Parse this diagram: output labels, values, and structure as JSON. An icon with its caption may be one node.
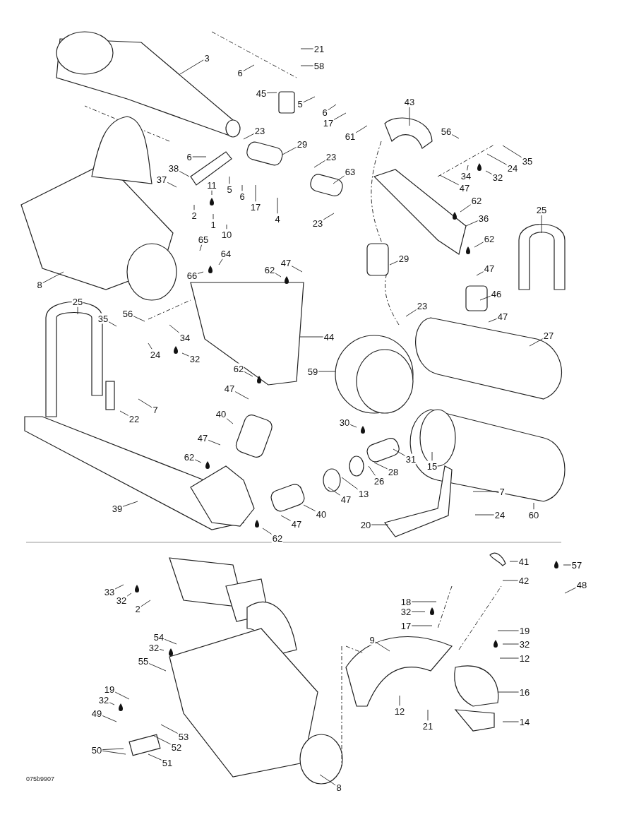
{
  "diagram": {
    "nodes": [
      {
        "text": [
          "21"
        ]
      },
      {
        "text": [
          "58"
        ]
      },
      {
        "text": [
          "3"
        ]
      },
      {
        "text": [
          "6"
        ]
      },
      {
        "text": [
          "45"
        ]
      },
      {
        "text": [
          "5"
        ]
      },
      {
        "text": [
          "6"
        ]
      },
      {
        "text": [
          "17"
        ]
      },
      {
        "text": [
          "61"
        ]
      },
      {
        "text": [
          "43"
        ]
      },
      {
        "text": [
          "56"
        ]
      },
      {
        "text": [
          "35"
        ]
      },
      {
        "text": [
          "24"
        ]
      },
      {
        "text": [
          "34"
        ]
      },
      {
        "text": [
          "32"
        ]
      },
      {
        "text": [
          "47"
        ]
      },
      {
        "text": [
          "62"
        ]
      },
      {
        "text": [
          "36"
        ]
      },
      {
        "text": [
          "62"
        ]
      },
      {
        "text": [
          "25"
        ]
      },
      {
        "text": [
          "23"
        ]
      },
      {
        "text": [
          "29"
        ]
      },
      {
        "text": [
          "23"
        ]
      },
      {
        "text": [
          "63"
        ]
      },
      {
        "text": [
          "23"
        ]
      },
      {
        "text": [
          "6"
        ]
      },
      {
        "text": [
          "38"
        ]
      },
      {
        "text": [
          "37"
        ]
      },
      {
        "text": [
          "11"
        ]
      },
      {
        "text": [
          "5"
        ]
      },
      {
        "text": [
          "6"
        ]
      },
      {
        "text": [
          "17"
        ]
      },
      {
        "text": [
          "4"
        ]
      },
      {
        "text": [
          "2"
        ]
      },
      {
        "text": [
          "1"
        ]
      },
      {
        "text": [
          "10"
        ]
      },
      {
        "text": [
          "65"
        ]
      },
      {
        "text": [
          "64"
        ]
      },
      {
        "text": [
          "66"
        ]
      },
      {
        "text": [
          "8"
        ]
      },
      {
        "text": [
          "62"
        ]
      },
      {
        "text": [
          "47"
        ]
      },
      {
        "text": [
          "29"
        ]
      },
      {
        "text": [
          "47"
        ]
      },
      {
        "text": [
          "46"
        ]
      },
      {
        "text": [
          "47"
        ]
      },
      {
        "text": [
          "27"
        ]
      },
      {
        "text": [
          "23"
        ]
      },
      {
        "text": [
          "44"
        ]
      },
      {
        "text": [
          "59"
        ]
      },
      {
        "text": [
          "25"
        ]
      },
      {
        "text": [
          "35"
        ]
      },
      {
        "text": [
          "56"
        ]
      },
      {
        "text": [
          "34"
        ]
      },
      {
        "text": [
          "24"
        ]
      },
      {
        "text": [
          "32"
        ]
      },
      {
        "text": [
          "62"
        ]
      },
      {
        "text": [
          "47"
        ]
      },
      {
        "text": [
          "7"
        ]
      },
      {
        "text": [
          "22"
        ]
      },
      {
        "text": [
          "40"
        ]
      },
      {
        "text": [
          "47"
        ]
      },
      {
        "text": [
          "62"
        ]
      },
      {
        "text": [
          "30"
        ]
      },
      {
        "text": [
          "31"
        ]
      },
      {
        "text": [
          "28"
        ]
      },
      {
        "text": [
          "26"
        ]
      },
      {
        "text": [
          "13"
        ]
      },
      {
        "text": [
          "47"
        ]
      },
      {
        "text": [
          "15"
        ]
      },
      {
        "text": [
          "7"
        ]
      },
      {
        "text": [
          "24"
        ]
      },
      {
        "text": [
          "60"
        ]
      },
      {
        "text": [
          "20"
        ]
      },
      {
        "text": [
          "40"
        ]
      },
      {
        "text": [
          "47"
        ]
      },
      {
        "text": [
          "62"
        ]
      },
      {
        "text": [
          "39"
        ]
      },
      {
        "text": [
          "57"
        ]
      },
      {
        "text": [
          "48"
        ]
      },
      {
        "text": [
          "33"
        ]
      },
      {
        "text": [
          "32"
        ]
      },
      {
        "text": [
          "2"
        ]
      },
      {
        "text": [
          "54"
        ]
      },
      {
        "text": [
          "32"
        ]
      },
      {
        "text": [
          "55"
        ]
      },
      {
        "text": [
          "19"
        ]
      },
      {
        "text": [
          "32"
        ]
      },
      {
        "text": [
          "49"
        ]
      },
      {
        "text": [
          "53"
        ]
      },
      {
        "text": [
          "52"
        ]
      },
      {
        "text": [
          "50"
        ]
      },
      {
        "text": [
          "51"
        ]
      },
      {
        "text": [
          "41"
        ]
      },
      {
        "text": [
          "42"
        ]
      },
      {
        "text": [
          "18"
        ]
      },
      {
        "text": [
          "32"
        ]
      },
      {
        "text": [
          "17"
        ]
      },
      {
        "text": [
          "9"
        ]
      },
      {
        "text": [
          "19"
        ]
      },
      {
        "text": [
          "32"
        ]
      },
      {
        "text": [
          "12"
        ]
      },
      {
        "text": [
          "16"
        ]
      },
      {
        "text": [
          "12"
        ]
      },
      {
        "text": [
          "21"
        ]
      },
      {
        "text": [
          "14"
        ]
      },
      {
        "text": [
          "8"
        ]
      }
    ],
    "edges": [
      {
        "from": 0,
        "to": null,
        "arrow": "none"
      },
      {
        "from": 1,
        "to": null,
        "arrow": "none"
      },
      {
        "from": 2,
        "to": null,
        "arrow": "none"
      },
      {
        "from": 3,
        "to": null,
        "arrow": "none"
      },
      {
        "from": 4,
        "to": null,
        "arrow": "none"
      },
      {
        "from": 5,
        "to": null,
        "arrow": "none"
      },
      {
        "from": 6,
        "to": null,
        "arrow": "none"
      },
      {
        "from": 7,
        "to": null,
        "arrow": "none"
      },
      {
        "from": 8,
        "to": null,
        "arrow": "none"
      },
      {
        "from": 9,
        "to": null,
        "arrow": "none"
      },
      {
        "from": 10,
        "to": null,
        "arrow": "none"
      },
      {
        "from": 11,
        "to": null,
        "arrow": "none"
      },
      {
        "from": 12,
        "to": null,
        "arrow": "none"
      },
      {
        "from": 13,
        "to": null,
        "arrow": "none"
      },
      {
        "from": 14,
        "to": null,
        "arrow": "none"
      },
      {
        "from": 15,
        "to": null,
        "arrow": "none"
      },
      {
        "from": 16,
        "to": null,
        "arrow": "none"
      },
      {
        "from": 17,
        "to": null,
        "arrow": "none"
      },
      {
        "from": 18,
        "to": null,
        "arrow": "none"
      },
      {
        "from": 19,
        "to": null,
        "arrow": "none"
      },
      {
        "from": 20,
        "to": null,
        "arrow": "none"
      },
      {
        "from": 21,
        "to": null,
        "arrow": "none"
      },
      {
        "from": 22,
        "to": null,
        "arrow": "none"
      },
      {
        "from": 23,
        "to": null,
        "arrow": "none"
      },
      {
        "from": 24,
        "to": null,
        "arrow": "none"
      },
      {
        "from": 25,
        "to": null,
        "arrow": "none"
      },
      {
        "from": 26,
        "to": null,
        "arrow": "none"
      },
      {
        "from": 27,
        "to": null,
        "arrow": "none"
      },
      {
        "from": 28,
        "to": null,
        "arrow": "none"
      },
      {
        "from": 29,
        "to": null,
        "arrow": "none"
      },
      {
        "from": 30,
        "to": null,
        "arrow": "none"
      },
      {
        "from": 31,
        "to": null,
        "arrow": "none"
      },
      {
        "from": 32,
        "to": null,
        "arrow": "none"
      },
      {
        "from": 33,
        "to": null,
        "arrow": "none"
      },
      {
        "from": 34,
        "to": null,
        "arrow": "none"
      },
      {
        "from": 35,
        "to": null,
        "arrow": "none"
      },
      {
        "from": 36,
        "to": null,
        "arrow": "none"
      },
      {
        "from": 37,
        "to": null,
        "arrow": "none"
      },
      {
        "from": 38,
        "to": null,
        "arrow": "none"
      },
      {
        "from": 39,
        "to": null,
        "arrow": "none"
      },
      {
        "from": 40,
        "to": null,
        "arrow": "none"
      },
      {
        "from": 41,
        "to": null,
        "arrow": "none"
      },
      {
        "from": 42,
        "to": null,
        "arrow": "none"
      },
      {
        "from": 43,
        "to": null,
        "arrow": "none"
      },
      {
        "from": 44,
        "to": null,
        "arrow": "none"
      },
      {
        "from": 45,
        "to": null,
        "arrow": "none"
      },
      {
        "from": 46,
        "to": null,
        "arrow": "none"
      },
      {
        "from": 47,
        "to": null,
        "arrow": "none"
      },
      {
        "from": 48,
        "to": null,
        "arrow": "none"
      },
      {
        "from": 49,
        "to": null,
        "arrow": "none"
      },
      {
        "from": 50,
        "to": null,
        "arrow": "none"
      },
      {
        "from": 51,
        "to": null,
        "arrow": "none"
      },
      {
        "from": 52,
        "to": null,
        "arrow": "none"
      },
      {
        "from": 53,
        "to": null,
        "arrow": "none"
      },
      {
        "from": 54,
        "to": null,
        "arrow": "none"
      },
      {
        "from": 55,
        "to": null,
        "arrow": "none"
      },
      {
        "from": 56,
        "to": null,
        "arrow": "none"
      },
      {
        "from": 57,
        "to": null,
        "arrow": "none"
      },
      {
        "from": 58,
        "to": null,
        "arrow": "none"
      },
      {
        "from": 59,
        "to": null,
        "arrow": "none"
      },
      {
        "from": 60,
        "to": null,
        "arrow": "none"
      },
      {
        "from": 61,
        "to": null,
        "arrow": "none"
      },
      {
        "from": 62,
        "to": null,
        "arrow": "none"
      },
      {
        "from": 63,
        "to": null,
        "arrow": "none"
      },
      {
        "from": 64,
        "to": null,
        "arrow": "none"
      },
      {
        "from": 65,
        "to": null,
        "arrow": "none"
      },
      {
        "from": 66,
        "to": null,
        "arrow": "none"
      },
      {
        "from": 67,
        "to": null,
        "arrow": "none"
      },
      {
        "from": 68,
        "to": null,
        "arrow": "none"
      },
      {
        "from": 69,
        "to": null,
        "arrow": "none"
      },
      {
        "from": 70,
        "to": null,
        "arrow": "none"
      },
      {
        "from": 71,
        "to": null,
        "arrow": "none"
      },
      {
        "from": 72,
        "to": null,
        "arrow": "none"
      },
      {
        "from": 73,
        "to": null,
        "arrow": "none"
      },
      {
        "from": 74,
        "to": null,
        "arrow": "none"
      },
      {
        "from": 75,
        "to": null,
        "arrow": "none"
      },
      {
        "from": 76,
        "to": null,
        "arrow": "none"
      },
      {
        "from": 77,
        "to": null,
        "arrow": "none"
      },
      {
        "from": 78,
        "to": null,
        "arrow": "none"
      },
      {
        "from": 79,
        "to": null,
        "arrow": "none"
      },
      {
        "from": 80,
        "to": null,
        "arrow": "none"
      },
      {
        "from": 81,
        "to": null,
        "arrow": "none"
      },
      {
        "from": 82,
        "to": null,
        "arrow": "none"
      },
      {
        "from": 83,
        "to": null,
        "arrow": "none"
      },
      {
        "from": 84,
        "to": null,
        "arrow": "none"
      },
      {
        "from": 85,
        "to": null,
        "arrow": "none"
      },
      {
        "from": 86,
        "to": null,
        "arrow": "none"
      },
      {
        "from": 87,
        "to": null,
        "arrow": "none"
      },
      {
        "from": 88,
        "to": null,
        "arrow": "none"
      },
      {
        "from": 89,
        "to": null,
        "arrow": "none"
      },
      {
        "from": 90,
        "to": null,
        "arrow": "none"
      },
      {
        "from": 91,
        "to": null,
        "arrow": "none"
      },
      {
        "from": 91,
        "to": null,
        "arrow": "none"
      },
      {
        "from": 92,
        "to": null,
        "arrow": "none"
      },
      {
        "from": 93,
        "to": null,
        "arrow": "none"
      },
      {
        "from": 94,
        "to": null,
        "arrow": "none"
      },
      {
        "from": 95,
        "to": null,
        "arrow": "none"
      },
      {
        "from": 96,
        "to": null,
        "arrow": "none"
      },
      {
        "from": 97,
        "to": null,
        "arrow": "none"
      },
      {
        "from": 98,
        "to": null,
        "arrow": "none"
      },
      {
        "from": 99,
        "to": null,
        "arrow": "none"
      },
      {
        "from": 100,
        "to": null,
        "arrow": "none"
      },
      {
        "from": 101,
        "to": null,
        "arrow": "none"
      },
      {
        "from": 102,
        "to": null,
        "arrow": "none"
      },
      {
        "from": 103,
        "to": null,
        "arrow": "none"
      },
      {
        "from": 104,
        "to": null,
        "arrow": "none"
      },
      {
        "from": 105,
        "to": null,
        "arrow": "none"
      },
      {
        "from": 106,
        "to": null,
        "arrow": "none"
      }
    ],
    "labels": [
      "075b9907"
    ]
  }
}
